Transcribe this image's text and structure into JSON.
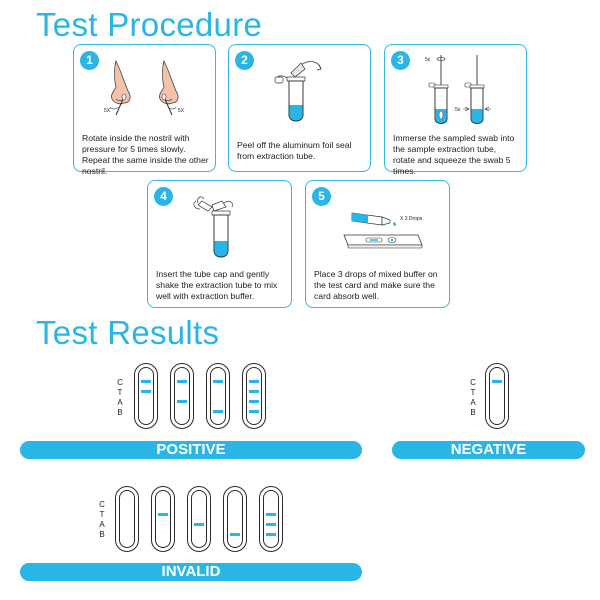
{
  "procedure": {
    "title": "Test Procedure",
    "steps": [
      {
        "number": "1",
        "text": "Rotate inside the nostril with pressure for 5 times slowly. Repeat the same inside the other nostril.",
        "labels": [
          "5X",
          "5X"
        ]
      },
      {
        "number": "2",
        "text": "Peel off the aluminum foil seal from extraction tube."
      },
      {
        "number": "3",
        "text": "Immerse the sampled swab into the sample extraction tube, rotate and squeeze the swab 5 times.",
        "labels": [
          "5x",
          "5x"
        ]
      },
      {
        "number": "4",
        "text": "Insert the tube cap and gently shake the extraction tube to mix well with extraction buffer."
      },
      {
        "number": "5",
        "text": "Place 3 drops of mixed buffer on the test card and make sure the card absorb well.",
        "labels": [
          "X 3 Drops"
        ]
      }
    ]
  },
  "results": {
    "title": "Test Results",
    "line_labels": [
      "C",
      "T",
      "A",
      "B"
    ],
    "accent_color": "#29b6e6",
    "positive": {
      "label": "POSITIVE",
      "strips": [
        [
          "C",
          "T"
        ],
        [
          "C",
          "A"
        ],
        [
          "C",
          "B"
        ],
        [
          "C",
          "T",
          "A",
          "B"
        ]
      ]
    },
    "negative": {
      "label": "NEGATIVE",
      "strips": [
        [
          "C"
        ]
      ]
    },
    "invalid": {
      "label": "INVALID",
      "strips": [
        [],
        [
          "T"
        ],
        [
          "A"
        ],
        [
          "B"
        ],
        [
          "T",
          "A",
          "B"
        ]
      ]
    }
  }
}
